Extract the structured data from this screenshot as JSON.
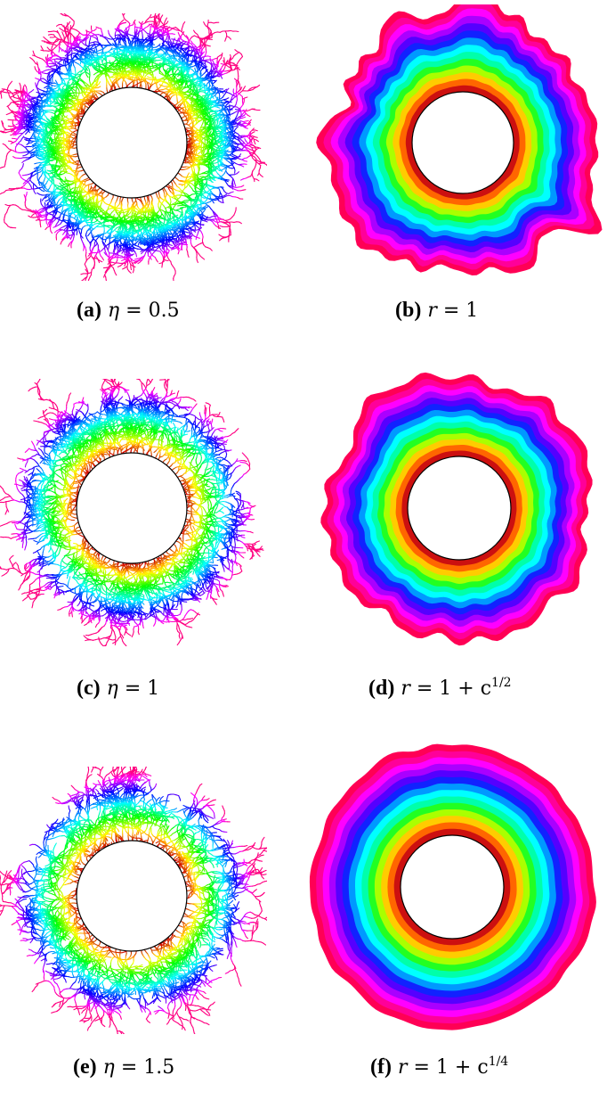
{
  "panels": [
    {
      "id": "a",
      "kind": "dla",
      "label": "(a)",
      "var": "η",
      "eq": " = ",
      "rest": "0.5",
      "sup": "",
      "growth": 0.28
    },
    {
      "id": "b",
      "kind": "rings",
      "label": "(b)",
      "var": "r",
      "eq": " = ",
      "rest": "1",
      "sup": "",
      "roughness": 0.07
    },
    {
      "id": "c",
      "kind": "dla",
      "label": "(c)",
      "var": "η",
      "eq": " = ",
      "rest": "1",
      "sup": "",
      "growth": 0.42
    },
    {
      "id": "d",
      "kind": "rings",
      "label": "(d)",
      "var": "r",
      "eq": " = ",
      "rest": "1 + c",
      "sup": "1/2",
      "roughness": 0.045
    },
    {
      "id": "e",
      "kind": "dla",
      "label": "(e)",
      "var": "η",
      "eq": " = ",
      "rest": "1.5",
      "sup": "",
      "growth": 0.6
    },
    {
      "id": "f",
      "kind": "rings",
      "label": "(f)",
      "var": "r",
      "eq": " = ",
      "rest": "1 + c",
      "sup": "1/4",
      "roughness": 0.012
    }
  ],
  "colors": {
    "ring_palette": [
      "#cc1010",
      "#ff6600",
      "#ffcc00",
      "#aaff00",
      "#22ff22",
      "#00ffaa",
      "#00ffff",
      "#0099ff",
      "#1122ff",
      "#5500ff",
      "#aa00ff",
      "#ff00ff",
      "#ff0099",
      "#ff0055"
    ],
    "outline": "#000000",
    "background": "#ffffff"
  }
}
